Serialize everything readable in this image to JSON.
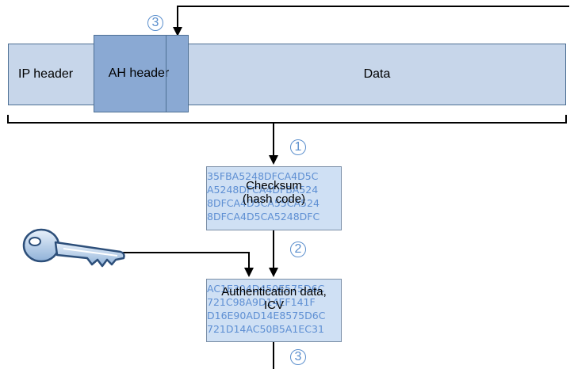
{
  "packet": {
    "ip_header": "IP header",
    "ah_header": "AH header",
    "data": "Data"
  },
  "checksum": {
    "label_line1": "Checksum",
    "label_line2": "(hash code)",
    "hex_lines": [
      "35FBA5248DFCA4D5C",
      "A5248DFCA4DFBA524",
      "8DFCA4D5CA55CA524",
      "8DFCA4D5CA5248DFC"
    ]
  },
  "auth": {
    "label_line1": "Authentication data,",
    "label_line2": "ICV",
    "hex_lines": [
      "AC1E304D450E575D6C",
      "721C98A9D14EF141F",
      "D16E90AD14E8575D6C",
      "721D14AC50B5A1EC31"
    ]
  },
  "steps": {
    "step_top": "3",
    "step_1": "1",
    "step_2": "2",
    "step_bottom": "3"
  },
  "colors": {
    "packet_fill": "#c7d6ea",
    "ah_fill": "#8aa9d3",
    "step_number": "#5b8fcd",
    "hex_text": "#5e8fd3"
  },
  "icons": [
    "key-icon"
  ]
}
